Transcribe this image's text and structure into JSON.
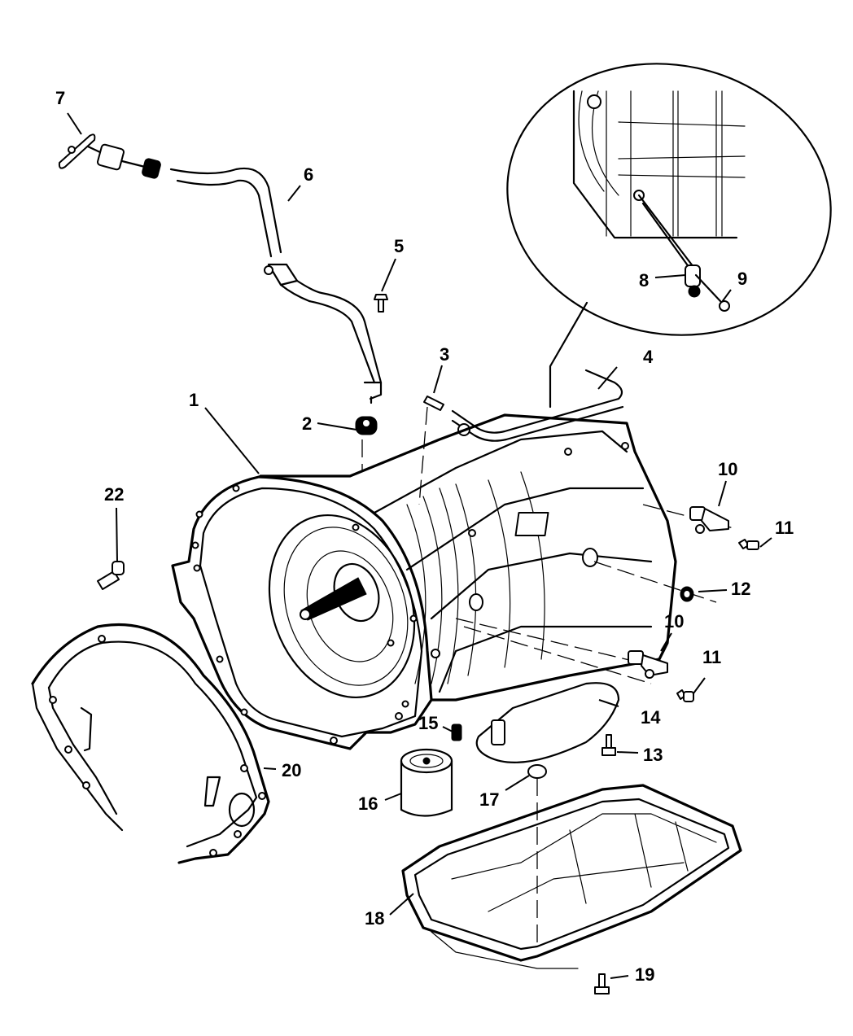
{
  "diagram": {
    "title": "Automatic Transmission Case and Related Parts (exploded view)",
    "callouts": [
      {
        "id": "1",
        "label": "1",
        "part": "transmission-case"
      },
      {
        "id": "2",
        "label": "2",
        "part": "dipstick-tube-seal"
      },
      {
        "id": "3",
        "label": "3",
        "part": "vent"
      },
      {
        "id": "4",
        "label": "4",
        "part": "cooler-line-tube"
      },
      {
        "id": "5",
        "label": "5",
        "part": "bolt"
      },
      {
        "id": "6",
        "label": "6",
        "part": "dipstick-tube"
      },
      {
        "id": "7",
        "label": "7",
        "part": "dipstick"
      },
      {
        "id": "8",
        "label": "8",
        "part": "bracket"
      },
      {
        "id": "9",
        "label": "9",
        "part": "bolt"
      },
      {
        "id": "10a",
        "label": "10",
        "part": "speed-sensor-upper"
      },
      {
        "id": "11a",
        "label": "11",
        "part": "bolt-upper"
      },
      {
        "id": "12",
        "label": "12",
        "part": "o-ring-seal"
      },
      {
        "id": "10b",
        "label": "10",
        "part": "speed-sensor-lower"
      },
      {
        "id": "11b",
        "label": "11",
        "part": "bolt-lower"
      },
      {
        "id": "13",
        "label": "13",
        "part": "bolt"
      },
      {
        "id": "14",
        "label": "14",
        "part": "filter-gasket"
      },
      {
        "id": "15",
        "label": "15",
        "part": "plug"
      },
      {
        "id": "16",
        "label": "16",
        "part": "oil-filter"
      },
      {
        "id": "17",
        "label": "17",
        "part": "drain-plug"
      },
      {
        "id": "18",
        "label": "18",
        "part": "oil-pan"
      },
      {
        "id": "19",
        "label": "19",
        "part": "bolt"
      },
      {
        "id": "20",
        "label": "20",
        "part": "structural-cover-gasket"
      },
      {
        "id": "22",
        "label": "22",
        "part": "bolt"
      }
    ]
  }
}
